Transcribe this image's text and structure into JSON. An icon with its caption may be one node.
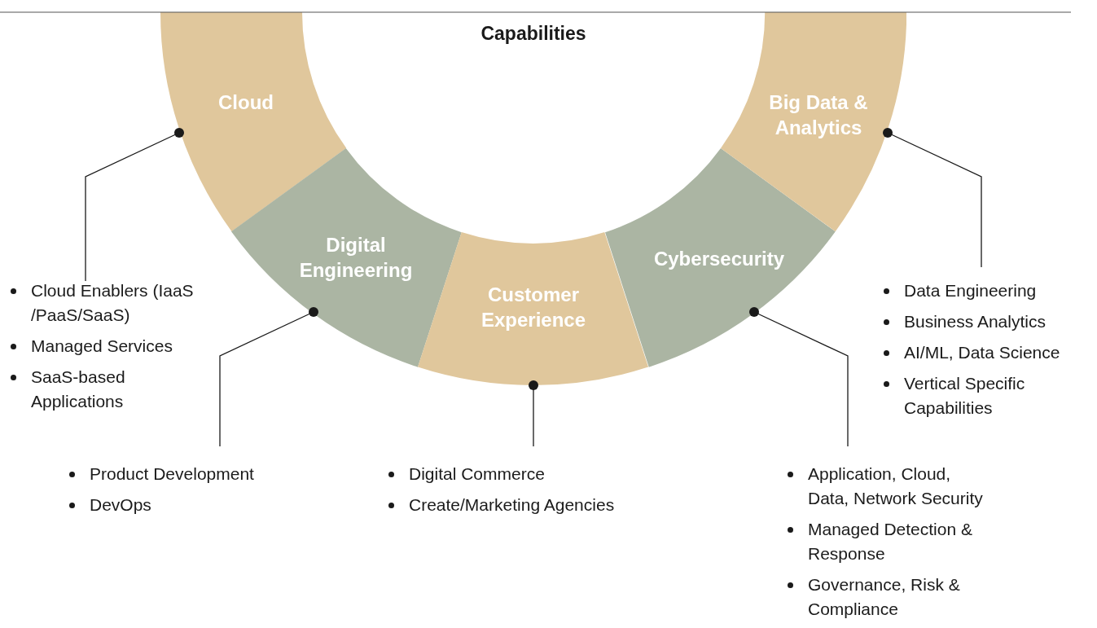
{
  "diagram": {
    "title": "Capabilities",
    "nodes": [
      {
        "text": [
          "Cloud"
        ]
      },
      {
        "text": [
          "Digital Engineering"
        ]
      },
      {
        "text": [
          "Customer Experience"
        ]
      },
      {
        "text": [
          "Cybersecurity"
        ]
      },
      {
        "text": [
          "Big Data & Analytics"
        ]
      },
      {
        "text": [
          "Cloud Enablers (IaaS /PaaS/SaaS)",
          "Managed Services",
          "SaaS-based Applications"
        ]
      },
      {
        "text": [
          "Product Development",
          "DevOps"
        ]
      },
      {
        "text": [
          "Digital Commerce",
          "Create/Marketing Agencies"
        ]
      },
      {
        "text": [
          "Application, Cloud, Data, Network Security",
          "Managed Detection & Response",
          "Governance, Risk & Compliance"
        ]
      },
      {
        "text": [
          "Data Engineering",
          "Business Analytics",
          "AI/ML, Data Science",
          "Vertical Specific Capabilities"
        ]
      }
    ],
    "edges": [
      {
        "from": 0,
        "to": 5,
        "arrow": "other"
      },
      {
        "from": 1,
        "to": 6,
        "arrow": "other"
      },
      {
        "from": 2,
        "to": 7,
        "arrow": "other"
      },
      {
        "from": 3,
        "to": 8,
        "arrow": "other"
      },
      {
        "from": 4,
        "to": 9,
        "arrow": "other"
      }
    ]
  }
}
